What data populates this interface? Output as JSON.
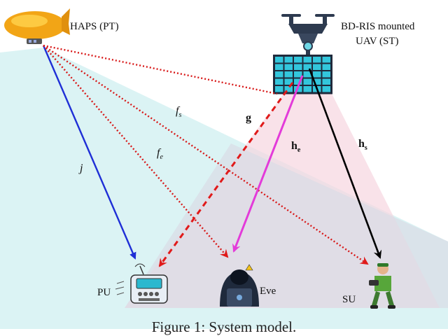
{
  "nodes": {
    "haps": "HAPS (PT)",
    "uav_line1": "BD-RIS mounted",
    "uav_line2": "UAV (ST)",
    "pu": "PU",
    "eve": "Eve",
    "su": "SU"
  },
  "links": {
    "j": "j",
    "fs": "f",
    "fs_sub": "s",
    "fe": "f",
    "fe_sub": "e",
    "g": "g",
    "he": "h",
    "he_sub": "e",
    "hs": "h",
    "hs_sub": "s"
  },
  "caption": "Figure 1: System model.",
  "colors": {
    "j_link": "#1f2fd6",
    "f_links": "#d81818",
    "g_link": "#e01a1a",
    "he_link": "#e33bd9",
    "hs_link": "#000000",
    "haps_coverage": "#cfeff0",
    "uav_coverage": "#f7d6df",
    "ris_element": "#33c6dc"
  }
}
